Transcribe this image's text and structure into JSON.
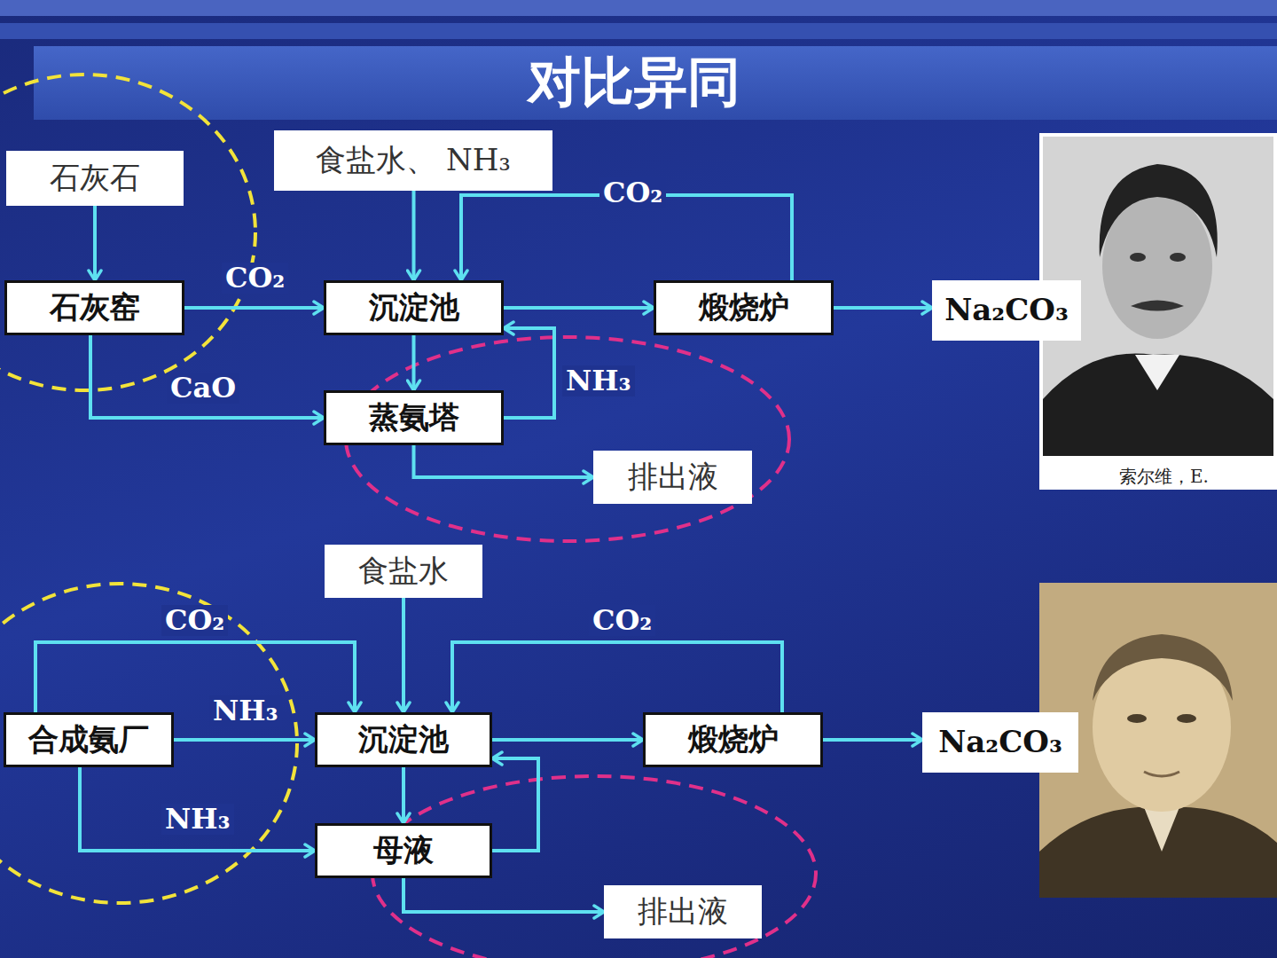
{
  "diagram": {
    "title": "对比异同",
    "nodes": [
      {
        "text": [
          "石灰石"
        ]
      },
      {
        "text": [
          "食盐水、 NH₃"
        ]
      },
      {
        "text": [
          "石灰窑"
        ]
      },
      {
        "text": [
          "沉淀池"
        ]
      },
      {
        "text": [
          "煅烧炉"
        ]
      },
      {
        "text": [
          "Na₂CO₃"
        ]
      },
      {
        "text": [
          "蒸氨塔"
        ]
      },
      {
        "text": [
          "排出液"
        ]
      },
      {
        "text": [
          "食盐水"
        ]
      },
      {
        "text": [
          "合成氨厂"
        ]
      },
      {
        "text": [
          "沉淀池"
        ]
      },
      {
        "text": [
          "煅烧炉"
        ]
      },
      {
        "text": [
          "Na₂CO₃"
        ]
      },
      {
        "text": [
          "母液"
        ]
      },
      {
        "text": [
          "排出液"
        ]
      }
    ],
    "edges": [
      {
        "from": 0,
        "to": 2,
        "arrow": "to"
      },
      {
        "from": 2,
        "to": 3,
        "label": "CO₂",
        "arrow": "to"
      },
      {
        "from": 1,
        "to": 3,
        "arrow": "to"
      },
      {
        "from": 4,
        "to": 3,
        "label": "CO₂",
        "arrow": "to"
      },
      {
        "from": 3,
        "to": 4,
        "arrow": "to"
      },
      {
        "from": 4,
        "to": 5,
        "arrow": "to"
      },
      {
        "from": 2,
        "to": 6,
        "label": "CaO",
        "arrow": "to"
      },
      {
        "from": 3,
        "to": 6,
        "arrow": "to"
      },
      {
        "from": 6,
        "to": 3,
        "label": "NH₃",
        "arrow": "to"
      },
      {
        "from": 6,
        "to": 7,
        "arrow": "to"
      },
      {
        "from": 9,
        "to": 10,
        "label": "CO₂",
        "arrow": "to"
      },
      {
        "from": 9,
        "to": 10,
        "label": "NH₃",
        "arrow": "to"
      },
      {
        "from": 8,
        "to": 10,
        "arrow": "to"
      },
      {
        "from": 11,
        "to": 10,
        "label": "CO₂",
        "arrow": "to"
      },
      {
        "from": 10,
        "to": 11,
        "arrow": "to"
      },
      {
        "from": 11,
        "to": 12,
        "arrow": "to"
      },
      {
        "from": 9,
        "to": 13,
        "label": "NH₃",
        "arrow": "to"
      },
      {
        "from": 10,
        "to": 13,
        "arrow": "to"
      },
      {
        "from": 13,
        "to": 10,
        "arrow": "to"
      },
      {
        "from": 13,
        "to": 14,
        "arrow": "to"
      }
    ],
    "labels": [
      "索尔维，E."
    ]
  }
}
